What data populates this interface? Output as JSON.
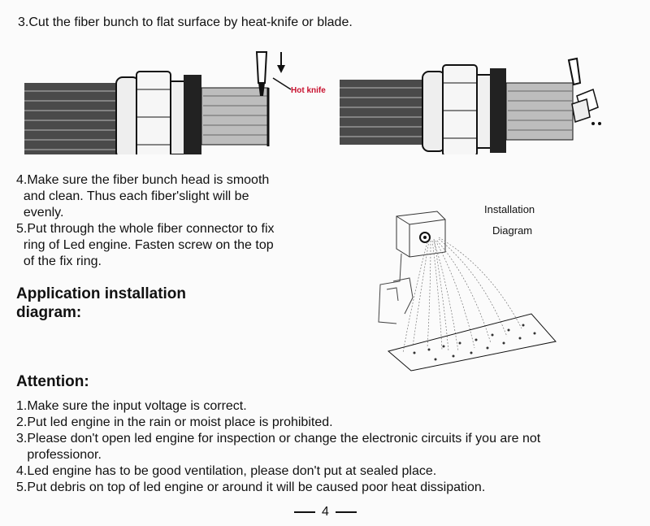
{
  "step3": "3.Cut the fiber bunch to flat surface by heat-knife or blade.",
  "hot_knife_label": "Hot knife",
  "step4_lines": [
    "4.Make sure the fiber bunch head is smooth",
    "  and clean. Thus each fiber'slight will be",
    "  evenly."
  ],
  "step5_lines": [
    "5.Put through the whole fiber connector to fix",
    "  ring of Led engine. Fasten screw on the top",
    "  of the fix ring."
  ],
  "app_heading": [
    "Application installation",
    "diagram:"
  ],
  "install_label": [
    "Installation",
    "Diagram"
  ],
  "attention_heading": "Attention:",
  "attention_items": [
    "1.Make sure the input voltage is correct.",
    "2.Put led engine in the rain or moist place is prohibited.",
    "3.Please don't open led engine for inspection or change the electronic circuits if you are not",
    "   professionor.",
    "4.Led engine has to be good ventilation, please don't put at sealed place.",
    "5.Put debris on top of led engine or around it will be caused poor heat dissipation."
  ],
  "page_number": "4",
  "colors": {
    "hot_knife": "#c8102e",
    "ink": "#111111"
  }
}
